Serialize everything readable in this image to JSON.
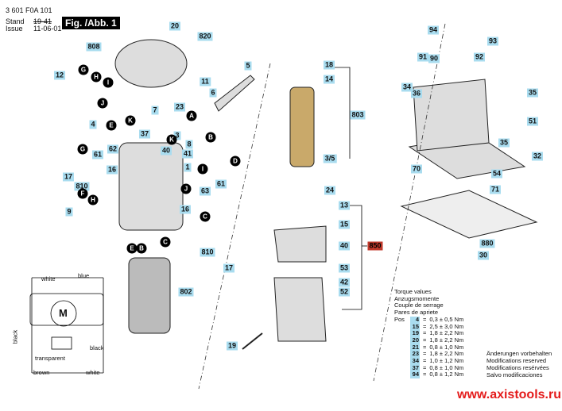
{
  "header": {
    "part_number": "3 601 F0A 101",
    "stand_label": "Stand",
    "issue_label": "Issue",
    "stand_value": "19-41",
    "issue_value": "11-06-01",
    "figure_label": "Fig. /Abb. 1"
  },
  "parts": [
    "20",
    "820",
    "808",
    "12",
    "5",
    "11",
    "6",
    "4",
    "7",
    "23",
    "37",
    "62",
    "61",
    "3",
    "40",
    "41",
    "8",
    "1",
    "17",
    "810",
    "16",
    "9",
    "61",
    "63",
    "16",
    "810",
    "17",
    "802",
    "18",
    "14",
    "803",
    "3/5",
    "24",
    "13",
    "15",
    "40",
    "53",
    "42",
    "52",
    "19",
    "94",
    "93",
    "91",
    "90",
    "92",
    "34",
    "36",
    "35",
    "51",
    "70",
    "35",
    "32",
    "54",
    "71",
    "880",
    "30"
  ],
  "assembly_label": "850",
  "connectors": [
    "G",
    "H",
    "I",
    "J",
    "K",
    "E",
    "A",
    "G",
    "K",
    "B",
    "F",
    "H",
    "D",
    "I",
    "J",
    "C",
    "C",
    "B",
    "E"
  ],
  "wiring": {
    "white_top": "white",
    "blue": "blue",
    "motor": "M",
    "black_left": "black",
    "black_right": "black",
    "transparent": "transparent",
    "brown": "brown",
    "white_bottom": "white"
  },
  "torque": {
    "titles": [
      "Torque values",
      "Anzugsmomente",
      "Couple de serrage",
      "Pares de apriete"
    ],
    "pos_label": "Pos",
    "rows": [
      {
        "pos": "4",
        "value": "0,3 ± 0,5 Nm"
      },
      {
        "pos": "15",
        "value": "2,5 ± 3,0 Nm"
      },
      {
        "pos": "19",
        "value": "1,8 ± 2,2 Nm"
      },
      {
        "pos": "20",
        "value": "1,8 ± 2,2 Nm"
      },
      {
        "pos": "21",
        "value": "0,8 ± 1,0 Nm"
      },
      {
        "pos": "23",
        "value": "1,8 ± 2,2 Nm"
      },
      {
        "pos": "34",
        "value": "1,0 ± 1,2 Nm"
      },
      {
        "pos": "37",
        "value": "0,8 ± 1,0 Nm"
      },
      {
        "pos": "94",
        "value": "0,8 ± 1,2 Nm"
      }
    ]
  },
  "modifications": [
    "Änderungen vorbehalten",
    "Modifications reserved",
    "Modifications resérvées",
    "Salvo modificaciones"
  ],
  "watermark": "www.axistools.ru",
  "colors": {
    "label_bg": "#a9dcef",
    "assembly_label": "#c0392b",
    "watermark": "#e41b1b"
  }
}
